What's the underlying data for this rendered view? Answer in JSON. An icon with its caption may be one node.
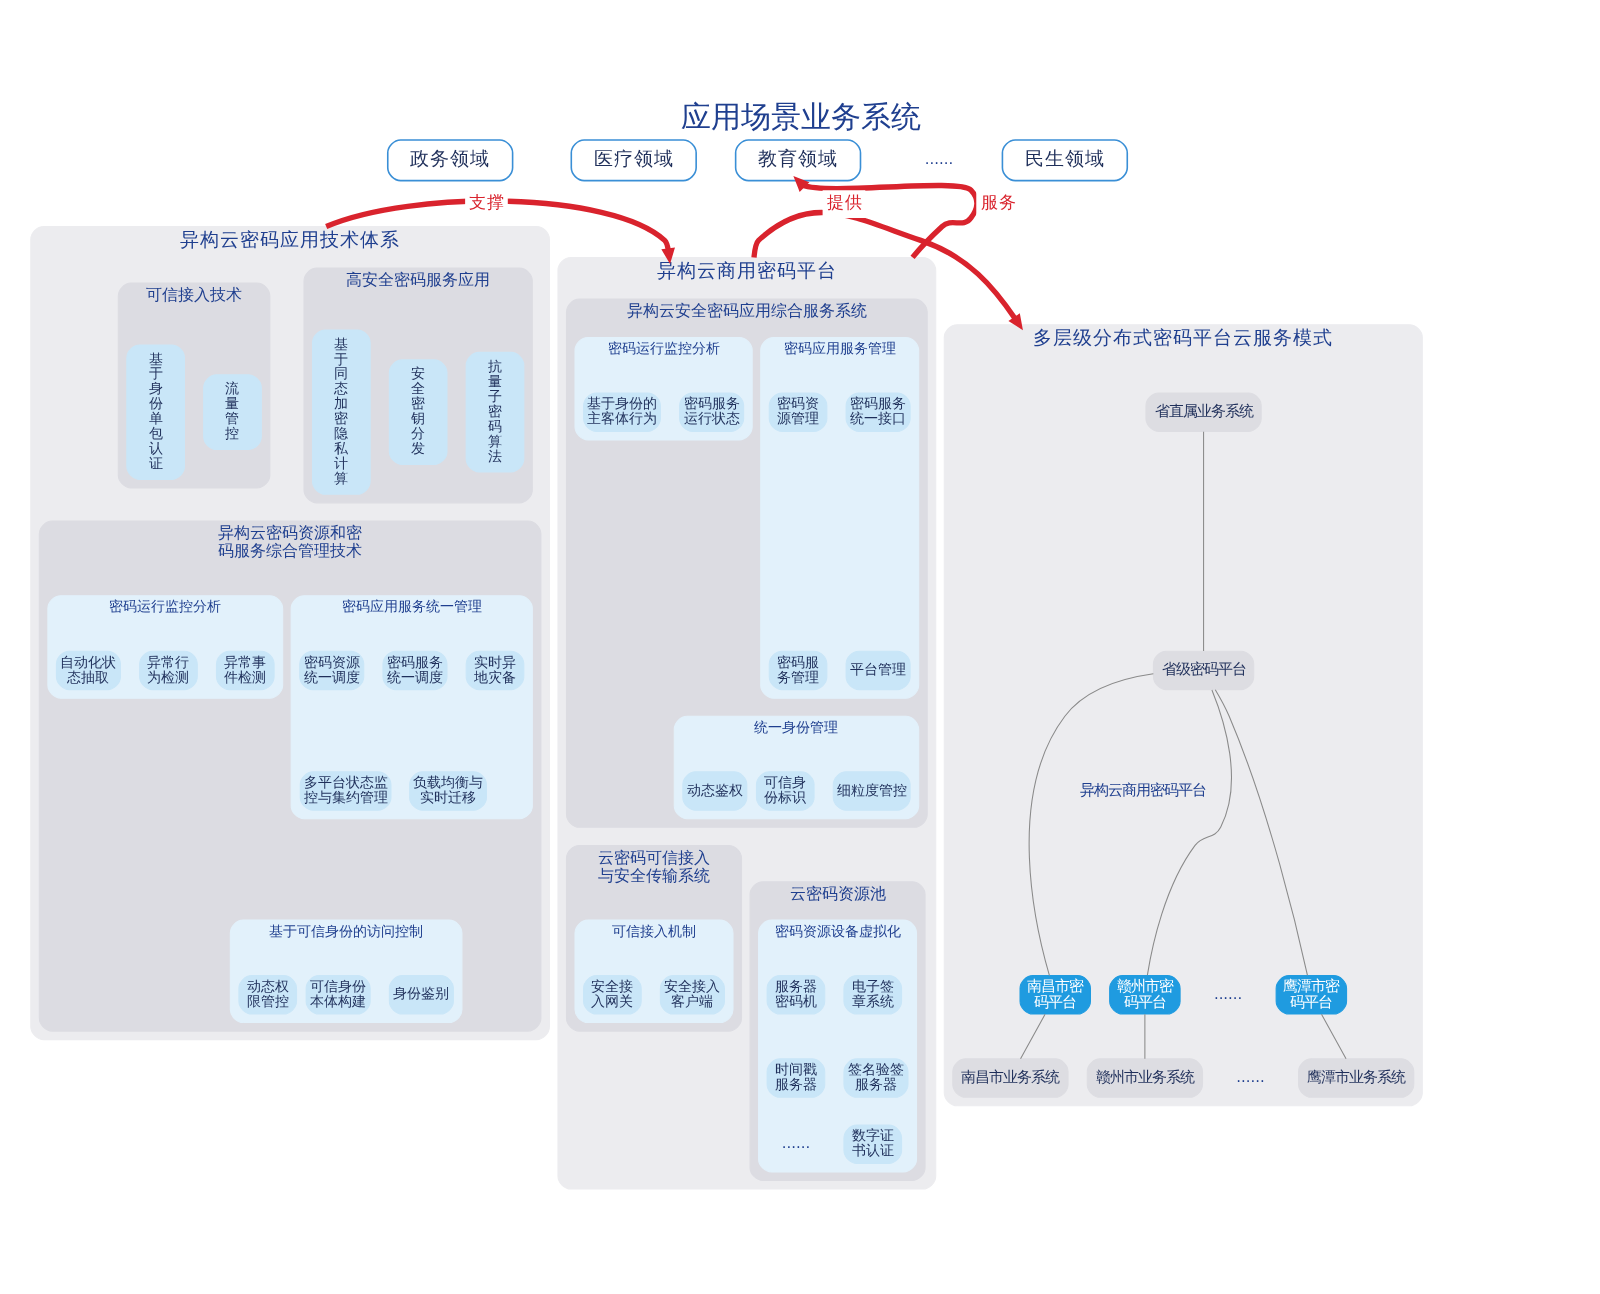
{
  "diagram": {
    "title": "应用场景业务系统",
    "nodes": [
      {
        "text": [
          "政务领域"
        ]
      },
      {
        "text": [
          "医疗领域"
        ]
      },
      {
        "text": [
          "教育领域"
        ]
      },
      {
        "text": [
          "民生领域"
        ]
      },
      {
        "text": [
          "异构云密码应用技术体系"
        ]
      },
      {
        "text": [
          "高安全密码服务应用"
        ],
        "in": 4
      },
      {
        "text": [
          "基于同态加密隐私计算"
        ],
        "in": 5
      },
      {
        "text": [
          "安全密钥分发"
        ],
        "in": 5
      },
      {
        "text": [
          "抗量子密码算法"
        ],
        "in": 5
      },
      {
        "text": [
          "可信接入技术"
        ],
        "in": 4
      },
      {
        "text": [
          "基于身份单包认证"
        ],
        "in": 9
      },
      {
        "text": [
          "流量管控"
        ],
        "in": 9
      },
      {
        "text": [
          "异构云密码资源和密码服务综合管理技术"
        ],
        "in": 4
      },
      {
        "text": [
          "密码应用服务统一管理"
        ],
        "in": 12
      },
      {
        "text": [
          "密码资源统一调度"
        ],
        "in": 13
      },
      {
        "text": [
          "密码服务统一调度"
        ],
        "in": 13
      },
      {
        "text": [
          "实时异地灾备"
        ],
        "in": 13
      },
      {
        "text": [
          "多平台状态监控与集约管理"
        ],
        "in": 13
      },
      {
        "text": [
          "负载均衡与实时迁移"
        ],
        "in": 13
      },
      {
        "text": [
          "密码运行监控分析"
        ],
        "in": 12
      },
      {
        "text": [
          "自动化状态抽取"
        ],
        "in": 19
      },
      {
        "text": [
          "异常行为检测"
        ],
        "in": 19
      },
      {
        "text": [
          "异常事件检测"
        ],
        "in": 19
      },
      {
        "text": [
          "基于可信身份的访问控制"
        ],
        "in": 12
      },
      {
        "text": [
          "可信身份本体构建"
        ],
        "in": 23
      },
      {
        "text": [
          "身份鉴别"
        ],
        "in": 23
      },
      {
        "text": [
          "动态权限管控"
        ],
        "in": 23
      },
      {
        "text": [
          "异构云商用密码平台"
        ]
      },
      {
        "text": [
          "异构云安全密码应用综合服务系统"
        ],
        "in": 27
      },
      {
        "text": [
          "密码应用服务管理"
        ],
        "in": 28
      },
      {
        "text": [
          "密码资源管理"
        ],
        "in": 29
      },
      {
        "text": [
          "密码服务统一接口"
        ],
        "in": 29
      },
      {
        "text": [
          "密码服务管理"
        ],
        "in": 29
      },
      {
        "text": [
          "平台管理"
        ],
        "in": 29
      },
      {
        "text": [
          "密码运行监控分析"
        ],
        "in": 28
      },
      {
        "text": [
          "基于身份的主客体行为"
        ],
        "in": 34
      },
      {
        "text": [
          "密码服务运行状态"
        ],
        "in": 34
      },
      {
        "text": [
          "统一身份管理"
        ],
        "in": 28
      },
      {
        "text": [
          "可信身份标识"
        ],
        "in": 37
      },
      {
        "text": [
          "细粒度管控"
        ],
        "in": 37
      },
      {
        "text": [
          "动态鉴权"
        ],
        "in": 37
      },
      {
        "text": [
          "云密码资源池"
        ],
        "in": 27
      },
      {
        "text": [
          "密码资源设备虚拟化"
        ],
        "in": 41
      },
      {
        "text": [
          "服务器密码机"
        ],
        "in": 42
      },
      {
        "text": [
          "电子签章系统"
        ],
        "in": 42
      },
      {
        "text": [
          "时间戳服务器"
        ],
        "in": 42
      },
      {
        "text": [
          "签名验签服务器"
        ],
        "in": 42
      },
      {
        "text": [
          "数字证书认证"
        ],
        "in": 42
      },
      {
        "text": [
          "云密码可信接入与安全传输系统"
        ],
        "in": 27
      },
      {
        "text": [
          "可信接入机制"
        ],
        "in": 48
      },
      {
        "text": [
          "安全接入网关"
        ],
        "in": 49
      },
      {
        "text": [
          "安全接入客户端"
        ],
        "in": 49
      },
      {
        "text": [
          "多层级分布式密码平台云服务模式"
        ]
      },
      {
        "text": [
          "省直属业务系统"
        ],
        "in": 52
      },
      {
        "text": [
          "省级密码平台"
        ],
        "in": 52
      },
      {
        "text": [
          "南昌市密码平台"
        ],
        "in": 52
      },
      {
        "text": [
          "赣州市密码平台"
        ],
        "in": 52
      },
      {
        "text": [
          "鹰潭市密码平台"
        ],
        "in": 52
      },
      {
        "text": [
          "南昌市业务系统"
        ],
        "in": 52
      },
      {
        "text": [
          "赣州市业务系统"
        ],
        "in": 52
      },
      {
        "text": [
          "鹰潭市业务系统"
        ],
        "in": 52
      }
    ],
    "edges": [
      {
        "from": 27,
        "to": 2,
        "arrow": "to",
        "label": "服务",
        "style": "thick",
        "color": "#d9232d"
      },
      {
        "from": 4,
        "to": 27,
        "arrow": "to",
        "label": "支撑",
        "style": "thick",
        "color": "#d9232d"
      },
      {
        "from": 27,
        "to": 52,
        "arrow": "to",
        "label": "提供",
        "style": "thick",
        "color": "#d9232d"
      },
      {
        "from": 53,
        "to": 54,
        "arrow": "none"
      },
      {
        "from": 54,
        "to": 55,
        "arrow": "none"
      },
      {
        "from": 54,
        "to": 56,
        "arrow": "none"
      },
      {
        "from": 54,
        "to": 57,
        "arrow": "none"
      },
      {
        "from": 55,
        "to": 58,
        "arrow": "none"
      },
      {
        "from": 56,
        "to": 59,
        "arrow": "none"
      },
      {
        "from": 57,
        "to": 60,
        "arrow": "none"
      }
    ],
    "labels": [
      "......",
      "......",
      "异构云商用密码平台",
      "......",
      "......"
    ]
  }
}
